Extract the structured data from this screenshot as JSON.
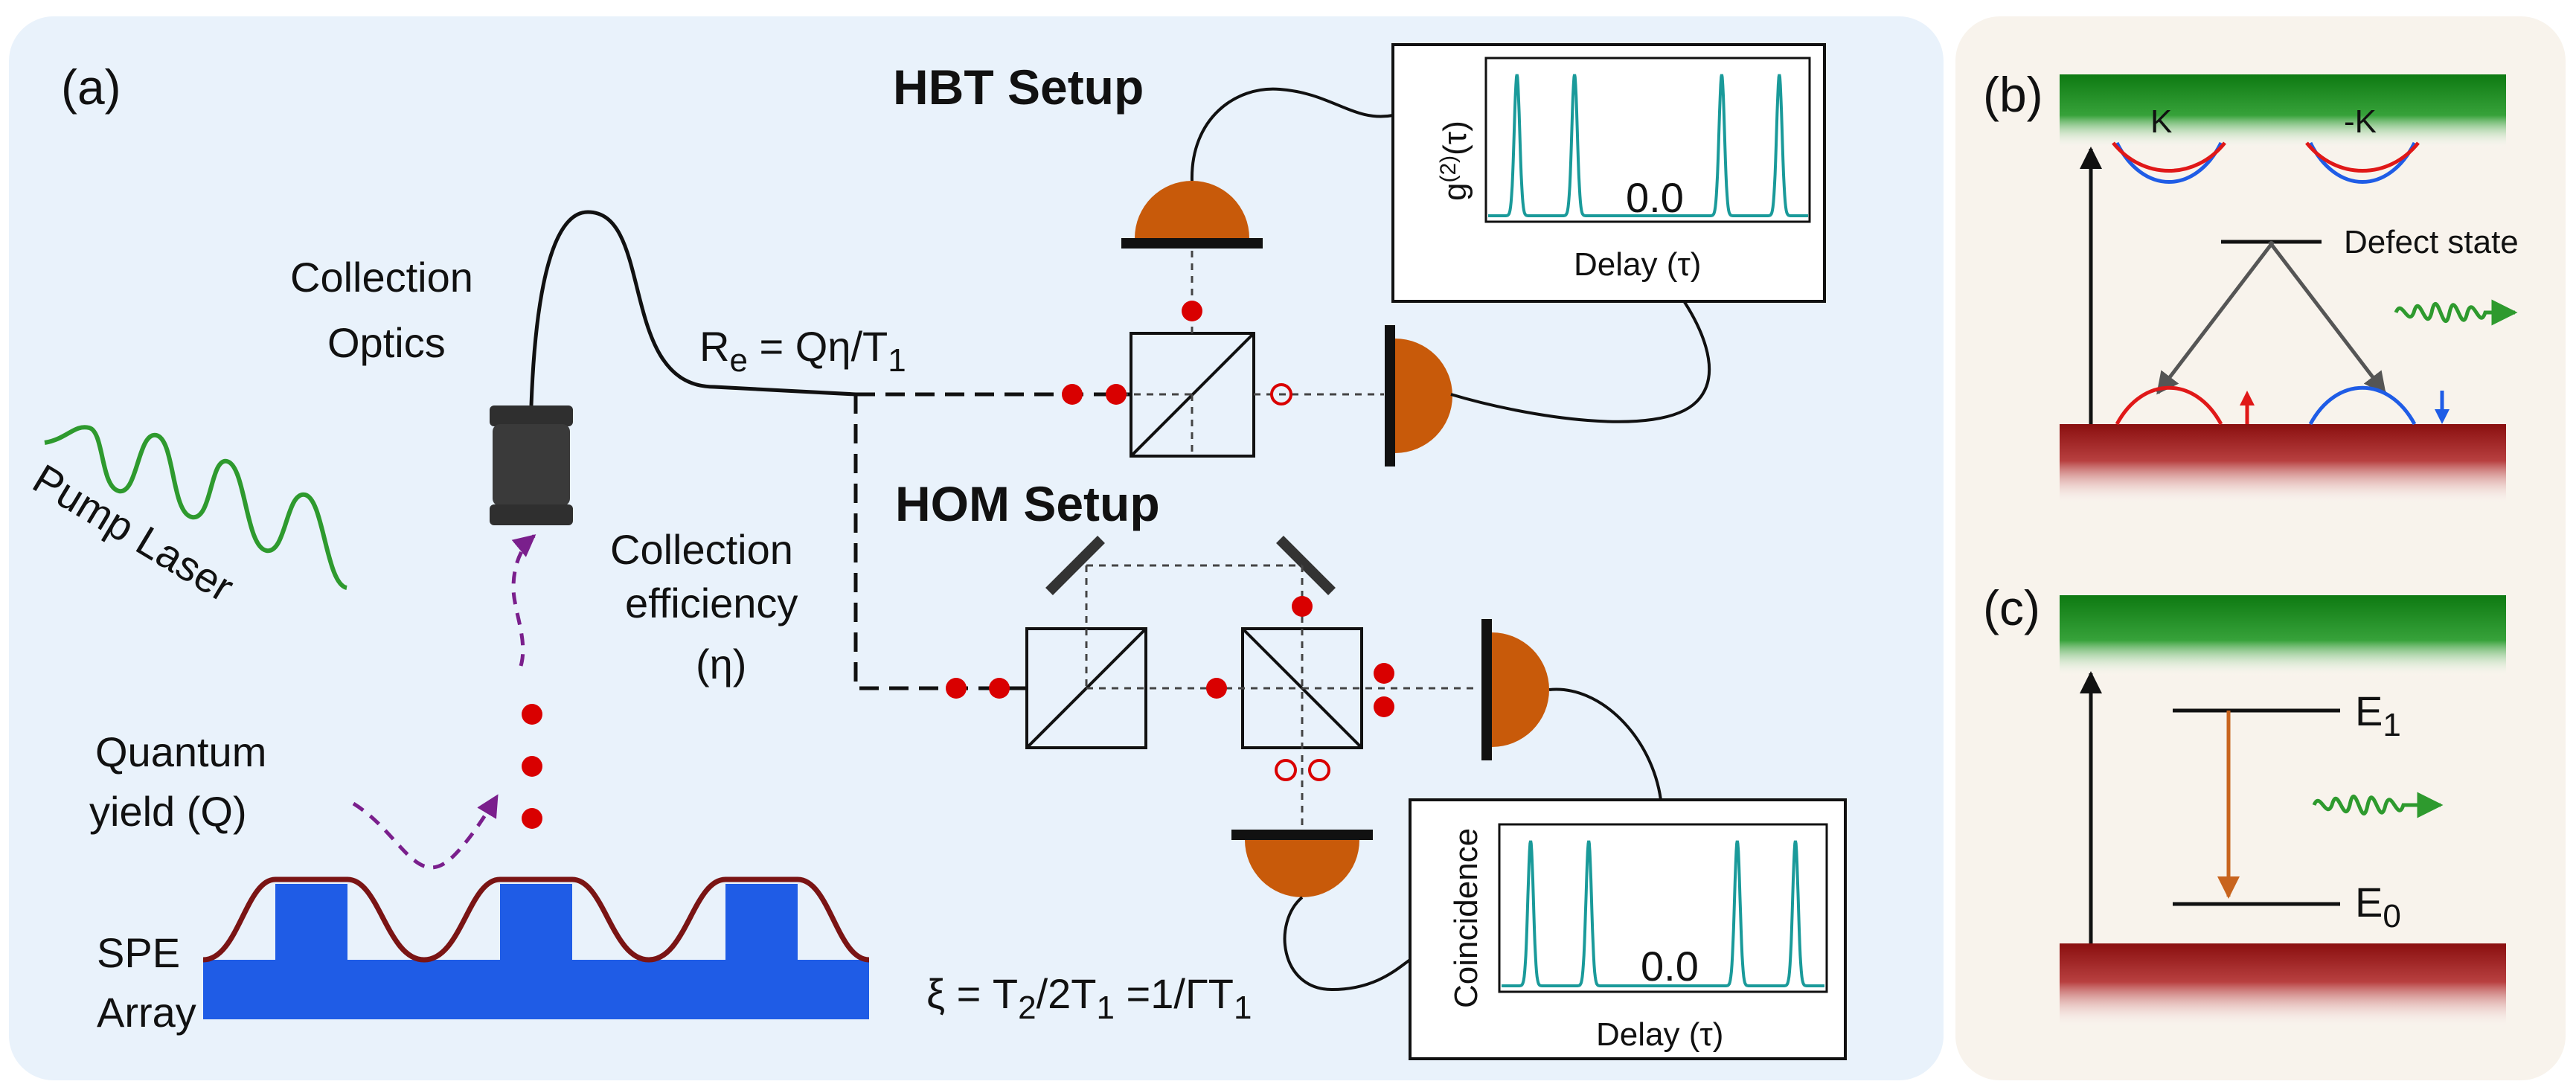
{
  "panel_a": {
    "label": "(a)",
    "hbt_title": "HBT Setup",
    "hom_title": "HOM Setup",
    "collection_optics_1": "Collection",
    "collection_optics_2": "Optics",
    "rate_formula": "R",
    "rate_sub": "e",
    "rate_rhs": " = Qη/T",
    "rate_rhs_sub": "1",
    "collection_eff_1": "Collection",
    "collection_eff_2": "efficiency",
    "collection_eff_3": "(η)",
    "pump_laser": "Pump Laser",
    "quantum_yield_1": "Quantum",
    "quantum_yield_2": "yield (Q)",
    "spe_1": "SPE",
    "spe_2": "Array",
    "xi_formula": "ξ = T",
    "xi_s1": "2",
    "xi_mid": "/2T",
    "xi_s2": "1",
    "xi_mid2": " =1/ΓT",
    "xi_s3": "1",
    "hbt_plot": {
      "ylabel_g": "g",
      "ylabel_sup": "(2)",
      "ylabel_tau": "(τ)",
      "xlabel": "Delay (τ)",
      "center_value": "0.0"
    },
    "hom_plot": {
      "ylabel": "Coincidence",
      "xlabel": "Delay (τ)",
      "center_value": "0.0"
    }
  },
  "panel_b": {
    "label": "(b)",
    "valley_k": "K",
    "valley_mk": "-K",
    "defect_state": "Defect state"
  },
  "panel_c": {
    "label": "(c)",
    "e1": "E",
    "e1_sub": "1",
    "e0": "E",
    "e0_sub": "0"
  },
  "colors": {
    "panel_bg_a": "#e9f2fb",
    "panel_bg_bc": "#f8f3ec",
    "detector": "#c85a0a",
    "photon": "#d90000",
    "trace": "#1a9a9a",
    "spe_substrate": "#1f5ce6",
    "spe_coating": "#7a1414",
    "laser_wave": "#2e9a2e",
    "conduction": "#1f8a1f",
    "valence": "#a11414"
  }
}
